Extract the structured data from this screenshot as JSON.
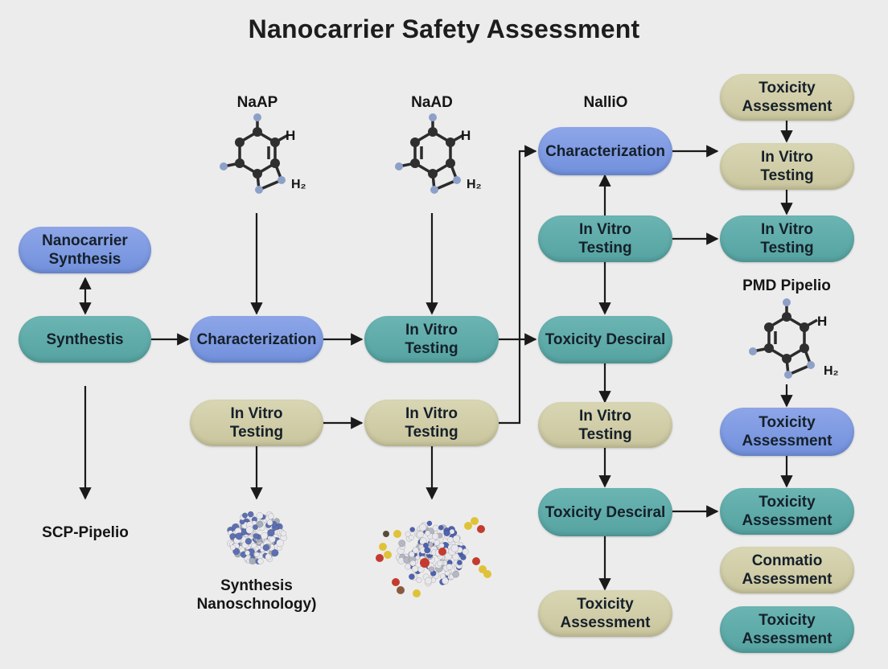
{
  "title": "Nanocarrier Safety Assessment",
  "molecule_labels": {
    "naap": "NaAP",
    "naad": "NaAD",
    "nallio": "NalliO",
    "pmd": "PMD Pipelio"
  },
  "molecule_atoms": {
    "h": "H",
    "h2": "H₂"
  },
  "nodes": {
    "nanocarrier_synthesis": "Nanocarrier\nSynthesis",
    "synthesis": "Synthestis",
    "characterization_left": "Characterization",
    "in_vitro_mid": "In Vitro\nTesting",
    "in_vitro_lower_left": "In Vitro\nTesting",
    "in_vitro_lower_mid": "In Vitro\nTesting",
    "characterization_top": "Characterization",
    "in_vitro_col3_upper": "In Vitro\nTesting",
    "toxicity_descrial_1": "Toxicity Desciral",
    "in_vitro_col3_lower": "In Vitro\nTesting",
    "toxicity_descrial_2": "Toxicity Desciral",
    "toxicity_assessment_col3": "Toxicity\nAssessment",
    "toxicity_assessment_top": "Toxicity\nAssessment",
    "in_vitro_col4_1": "In Vitro\nTesting",
    "in_vitro_col4_2": "In Vitro\nTesting",
    "toxicity_assessment_col4_blue": "Toxicity\nAssessment",
    "toxicity_assessment_col4_teal1": "Toxicity\nAssessment",
    "conmatio_assessment": "Conmatio\nAssessment",
    "toxicity_assessment_col4_teal2": "Toxicity\nAssessment"
  },
  "labels": {
    "scp_pipelio": "SCP-Pipelio",
    "synthesis_nanotech": "Synthesis\nNanoschnology)"
  },
  "colors": {
    "blue": "#7f9be2",
    "teal": "#5eacaa",
    "tan": "#d1cea9",
    "arrow": "#1a1a1a"
  }
}
